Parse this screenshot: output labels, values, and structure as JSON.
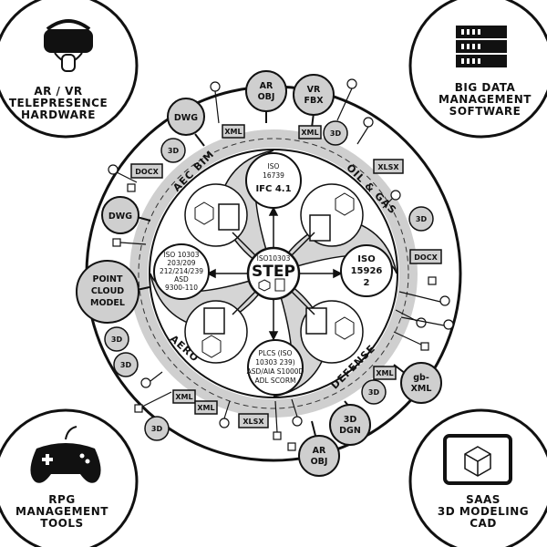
{
  "corners": {
    "top_left": [
      "AR / VR",
      "TELEPRESENCE",
      "HARDWARE"
    ],
    "top_right": [
      "BIG DATA",
      "MANAGEMENT",
      "SOFTWARE"
    ],
    "bottom_left": [
      "RPG",
      "MANAGEMENT",
      "TOOLS"
    ],
    "bottom_right": [
      "SAAS",
      "3D MODELING",
      "CAD"
    ]
  },
  "ring_sectors": {
    "aec_bim": "AEC BIM",
    "oil_gas": "OIL & GAS",
    "aero": "AERO",
    "defense": "DEFENSE"
  },
  "bubbles": {
    "ar_obj_top": [
      "AR",
      "OBJ"
    ],
    "vr_fbx": [
      "VR",
      "FBX"
    ],
    "dwg_top": "DWG",
    "dwg_left": "DWG",
    "point_cloud": [
      "POINT",
      "CLOUD",
      "MODEL"
    ],
    "gb_xml": [
      "gb-",
      "XML"
    ],
    "dgn_3d": [
      "3D",
      "DGN"
    ],
    "ar_obj_bottom": [
      "AR",
      "OBJ"
    ],
    "three_d": "3D"
  },
  "boxes": {
    "xml": "XML",
    "docx": "DOCX",
    "xlsx": "XLSX"
  },
  "center": {
    "step_top": "ISO10303",
    "step": "STEP"
  },
  "standards": {
    "ifc": [
      "ISO",
      "16739",
      "IFC 4.1"
    ],
    "iso15926": [
      "ISO",
      "15926",
      "2"
    ],
    "aero_iso": [
      "ISO 10303",
      "203/209",
      "212/214/239",
      "ASD",
      "9300-110"
    ],
    "plcs": [
      "PLCS (ISO",
      "10303 239)",
      "ASD/AIA S1000D",
      "ADL SCORM"
    ]
  }
}
